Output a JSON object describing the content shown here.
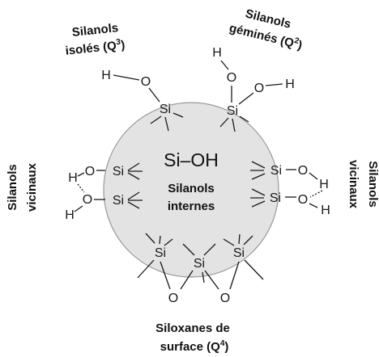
{
  "center": {
    "formula": "Si–OH",
    "line1": "Silanols",
    "line2": "internes"
  },
  "isolated": {
    "line1": "Silanols",
    "line2": "isolés (Q",
    "sup": "3",
    "close": ")"
  },
  "geminal": {
    "line1": "Silanols",
    "line2": "géminés (Q",
    "sup": "2",
    "close": ")"
  },
  "vicinal_left": {
    "line1": "Silanols",
    "line2": "vicinaux"
  },
  "vicinal_right": {
    "line1": "Silanols",
    "line2": "vicinaux"
  },
  "siloxane": {
    "line1": "Siloxanes de",
    "line2": "surface (Q",
    "sup": "4",
    "close": ")"
  },
  "atoms": {
    "si": "Si",
    "o": "O",
    "h": "H"
  },
  "colors": {
    "sphere_fill": "#e3e3e3",
    "sphere_stroke": "#9a9a9a",
    "ink": "#1a1a1a"
  }
}
